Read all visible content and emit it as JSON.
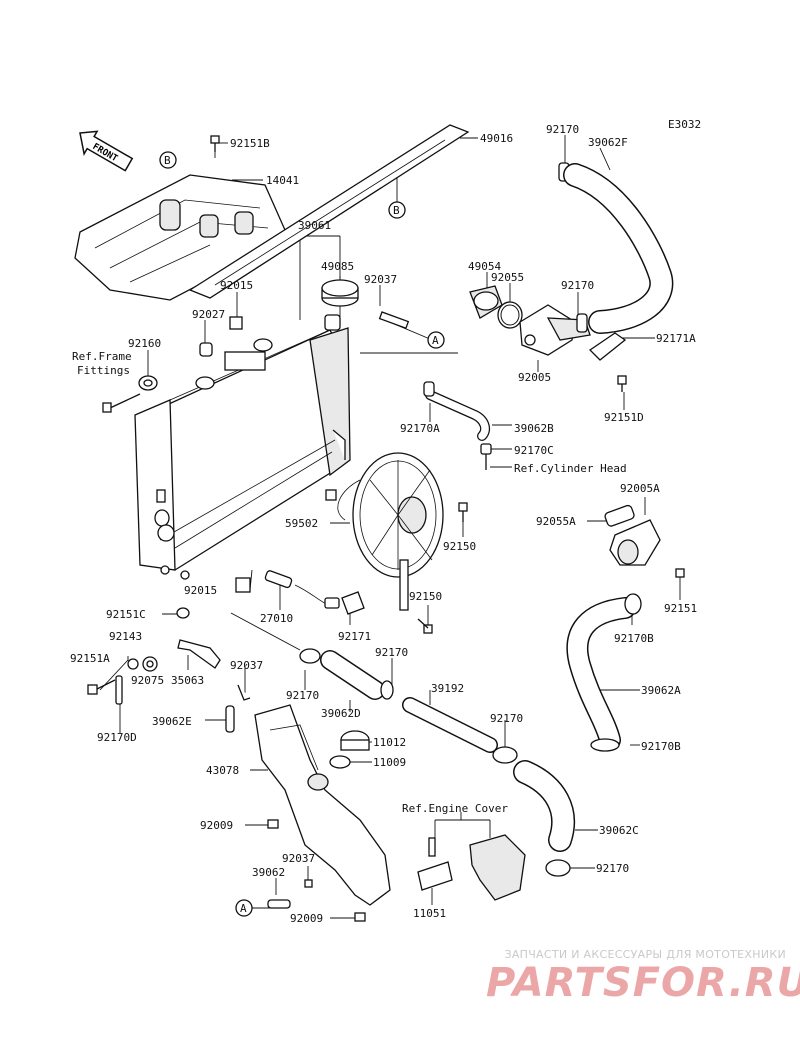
{
  "diagram": {
    "code": "E3032",
    "front_label": "FRONT",
    "ref_labels": {
      "frame": "Ref.Frame Fittings",
      "frame_line1": "Ref.Frame",
      "frame_line2": "Fittings",
      "cylinder_head": "Ref.Cylinder Head",
      "engine_cover": "Ref.Engine Cover"
    },
    "callouts": [
      "A",
      "B"
    ],
    "part_labels": [
      {
        "id": "p1",
        "text": "92151B"
      },
      {
        "id": "p2",
        "text": "14041"
      },
      {
        "id": "p3",
        "text": "49016"
      },
      {
        "id": "p4",
        "text": "92170"
      },
      {
        "id": "p5",
        "text": "39062F"
      },
      {
        "id": "p6",
        "text": "39061"
      },
      {
        "id": "p7",
        "text": "49085"
      },
      {
        "id": "p8",
        "text": "92037"
      },
      {
        "id": "p9",
        "text": "92015"
      },
      {
        "id": "p10",
        "text": "92027"
      },
      {
        "id": "p11",
        "text": "92160"
      },
      {
        "id": "p12",
        "text": "49054"
      },
      {
        "id": "p13",
        "text": "92055"
      },
      {
        "id": "p14",
        "text": "92170"
      },
      {
        "id": "p15",
        "text": "92171A"
      },
      {
        "id": "p16",
        "text": "92005"
      },
      {
        "id": "p17",
        "text": "92151D"
      },
      {
        "id": "p18",
        "text": "92170A"
      },
      {
        "id": "p19",
        "text": "39062B"
      },
      {
        "id": "p20",
        "text": "92170C"
      },
      {
        "id": "p21",
        "text": "92005A"
      },
      {
        "id": "p22",
        "text": "92055A"
      },
      {
        "id": "p23",
        "text": "59502"
      },
      {
        "id": "p24",
        "text": "92150"
      },
      {
        "id": "p25",
        "text": "92015"
      },
      {
        "id": "p26",
        "text": "27010"
      },
      {
        "id": "p27",
        "text": "92150"
      },
      {
        "id": "p28",
        "text": "92171"
      },
      {
        "id": "p29",
        "text": "92151"
      },
      {
        "id": "p30",
        "text": "92170B"
      },
      {
        "id": "p31",
        "text": "92151C"
      },
      {
        "id": "p32",
        "text": "92143"
      },
      {
        "id": "p33",
        "text": "92151A"
      },
      {
        "id": "p34",
        "text": "92075"
      },
      {
        "id": "p35",
        "text": "35063"
      },
      {
        "id": "p36",
        "text": "92037"
      },
      {
        "id": "p37",
        "text": "92170"
      },
      {
        "id": "p38",
        "text": "92170"
      },
      {
        "id": "p39",
        "text": "39192"
      },
      {
        "id": "p40",
        "text": "39062D"
      },
      {
        "id": "p41",
        "text": "39062E"
      },
      {
        "id": "p42",
        "text": "92170D"
      },
      {
        "id": "p43",
        "text": "39062A"
      },
      {
        "id": "p44",
        "text": "92170"
      },
      {
        "id": "p45",
        "text": "92170B"
      },
      {
        "id": "p46",
        "text": "11012"
      },
      {
        "id": "p47",
        "text": "43078"
      },
      {
        "id": "p48",
        "text": "11009"
      },
      {
        "id": "p49",
        "text": "92009"
      },
      {
        "id": "p50",
        "text": "39062C"
      },
      {
        "id": "p51",
        "text": "92037"
      },
      {
        "id": "p52",
        "text": "39062"
      },
      {
        "id": "p53",
        "text": "92170"
      },
      {
        "id": "p54",
        "text": "11051"
      },
      {
        "id": "p55",
        "text": "92009"
      }
    ]
  },
  "watermark": {
    "tagline": "ЗАПЧАСТИ И АКСЕССУАРЫ ДЛЯ МОТОТЕХНИКИ",
    "brand": "PARTSFOR.RU",
    "brand_color": "#e58a8a"
  }
}
